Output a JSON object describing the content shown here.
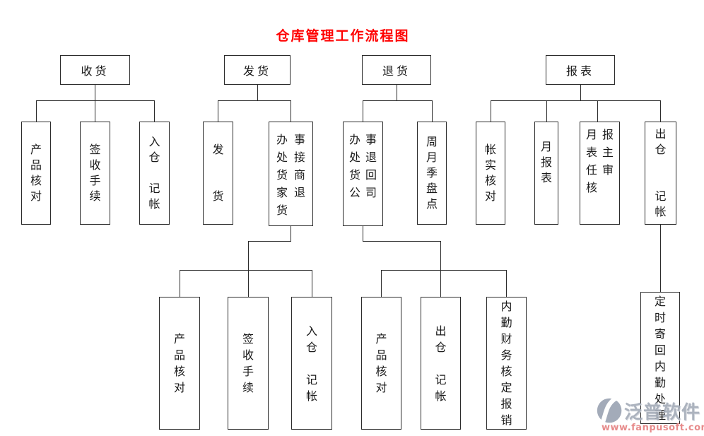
{
  "title": {
    "text": "仓库管理工作流程图",
    "color": "#ff0000"
  },
  "nodes": {
    "receive": {
      "label": "收货"
    },
    "recv_check": {
      "label": "产品核对",
      "lines": [
        "产",
        "品",
        "核",
        "对"
      ]
    },
    "recv_sign": {
      "label": "签收手续",
      "lines": [
        "签",
        "收",
        "手",
        "续"
      ]
    },
    "recv_in": {
      "label": "入仓 记帐",
      "lines": [
        "入",
        "仓",
        "",
        "记",
        "帐"
      ]
    },
    "ship": {
      "label": "发货"
    },
    "ship_fahuo": {
      "label": "发货",
      "lines": [
        "发",
        "",
        "",
        "货"
      ]
    },
    "ship_office": {
      "label": "办事处接货商家退货",
      "lines": [
        "办事",
        "处接",
        "货商",
        "家退",
        "货"
      ]
    },
    "ship_check": {
      "label": "产品核对",
      "lines": [
        "产",
        "品",
        "核",
        "对"
      ]
    },
    "ship_sign": {
      "label": "签收手续",
      "lines": [
        "签",
        "收",
        "手",
        "续"
      ]
    },
    "ship_in": {
      "label": "入仓 记帐",
      "lines": [
        "入",
        "仓",
        "",
        "记",
        "帐"
      ]
    },
    "return": {
      "label": "退货"
    },
    "ret_office": {
      "label": "办事处退货回公司",
      "lines": [
        "办事",
        "处退",
        "货回",
        "公司"
      ]
    },
    "ret_pandian": {
      "label": "周月季盘点",
      "lines": [
        "周",
        "月",
        "季",
        "盘",
        "点"
      ]
    },
    "ret_check": {
      "label": "产品核对",
      "lines": [
        "产",
        "品",
        "核",
        "对"
      ]
    },
    "ret_out": {
      "label": "出仓 记帐",
      "lines": [
        "出",
        "仓",
        "",
        "记",
        "帐"
      ]
    },
    "ret_finance": {
      "label": "内勤财务核定报销",
      "lines": [
        "内",
        "勤",
        "财",
        "务",
        "核",
        "定",
        "报",
        "销"
      ]
    },
    "report": {
      "label": "报表"
    },
    "rep_check": {
      "label": "帐实核对",
      "lines": [
        "帐",
        "实",
        "核",
        "对"
      ]
    },
    "rep_month": {
      "label": "月报表",
      "lines": [
        "月",
        "报",
        "表"
      ]
    },
    "rep_audit": {
      "label": "月报表主任审核",
      "lines": [
        "月报",
        "表主",
        "任审",
        "核"
      ]
    },
    "rep_out": {
      "label": "出仓 记帐",
      "lines": [
        "出",
        "仓",
        "",
        "",
        "记",
        "帐"
      ]
    },
    "rep_mail": {
      "label": "定时寄回内勤处理",
      "lines": [
        "定",
        "时",
        "寄",
        "回",
        "内",
        "勤",
        "处",
        "理"
      ]
    }
  },
  "watermark": {
    "brand": "泛普软件",
    "url": "www.fanpusoft.com",
    "logo_icon": "swoosh-circle",
    "brand_color": "#a4abb8",
    "url_color": "#e57f7f",
    "logo_color": "#9aa2b2"
  }
}
